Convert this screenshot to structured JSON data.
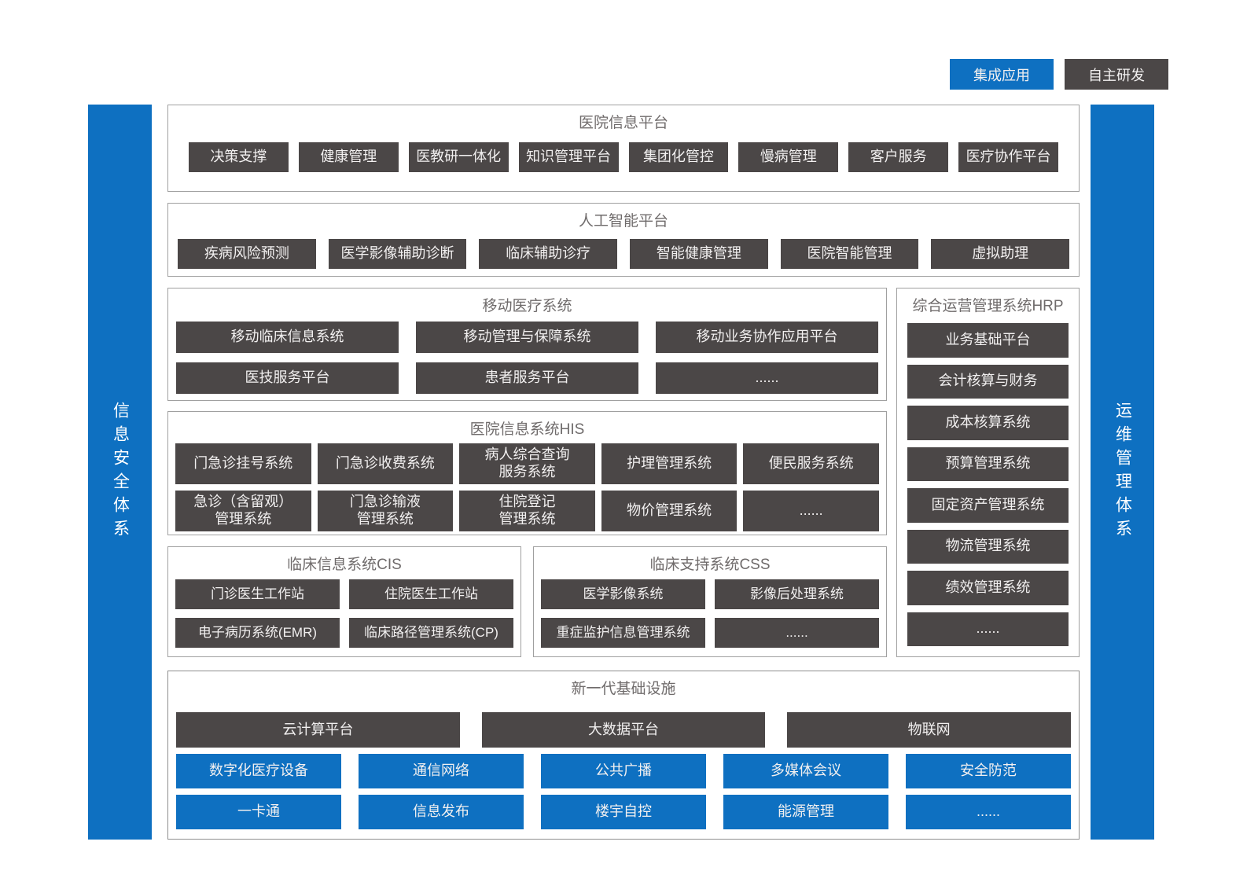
{
  "legend": {
    "integrated_label": "集成应用",
    "self_developed_label": "自主研发"
  },
  "sidebars": {
    "left_label": "信息安全体系",
    "right_label": "运维管理体系"
  },
  "colors": {
    "accent_blue": "#0E70C1",
    "dark_box": "#4B4747"
  },
  "sections": {
    "hospital_info_platform": {
      "title": "医院信息平台",
      "items": [
        "决策支撑",
        "健康管理",
        "医教研一体化",
        "知识管理平台",
        "集团化管控",
        "慢病管理",
        "客户服务",
        "医疗协作平台"
      ]
    },
    "ai_platform": {
      "title": "人工智能平台",
      "items": [
        "疾病风险预测",
        "医学影像辅助诊断",
        "临床辅助诊疗",
        "智能健康管理",
        "医院智能管理",
        "虚拟助理"
      ]
    },
    "mobile_medical": {
      "title": "移动医疗系统",
      "row1": [
        "移动临床信息系统",
        "移动管理与保障系统",
        "移动业务协作应用平台"
      ],
      "row2": [
        "医技服务平台",
        "患者服务平台",
        "......"
      ]
    },
    "hrp": {
      "title": "综合运营管理系统HRP",
      "items": [
        "业务基础平台",
        "会计核算与财务",
        "成本核算系统",
        "预算管理系统",
        "固定资产管理系统",
        "物流管理系统",
        "绩效管理系统",
        "......"
      ]
    },
    "his": {
      "title": "医院信息系统HIS",
      "row1": [
        "门急诊挂号系统",
        "门急诊收费系统",
        "病人综合查询\n服务系统",
        "护理管理系统",
        "便民服务系统"
      ],
      "row2": [
        "急诊（含留观）\n管理系统",
        "门急诊输液\n管理系统",
        "住院登记\n管理系统",
        "物价管理系统",
        "......"
      ]
    },
    "cis": {
      "title": "临床信息系统CIS",
      "row1": [
        "门诊医生工作站",
        "住院医生工作站"
      ],
      "row2": [
        "电子病历系统(EMR)",
        "临床路径管理系统(CP)"
      ]
    },
    "css": {
      "title": "临床支持系统CSS",
      "row1": [
        "医学影像系统",
        "影像后处理系统"
      ],
      "row2": [
        "重症监护信息管理系统",
        "......"
      ]
    },
    "infrastructure": {
      "title": "新一代基础设施",
      "dark_row": [
        "云计算平台",
        "大数据平台",
        "物联网"
      ],
      "blue_row1": [
        "数字化医疗设备",
        "通信网络",
        "公共广播",
        "多媒体会议",
        "安全防范"
      ],
      "blue_row2": [
        "一卡通",
        "信息发布",
        "楼宇自控",
        "能源管理",
        "......"
      ]
    }
  }
}
